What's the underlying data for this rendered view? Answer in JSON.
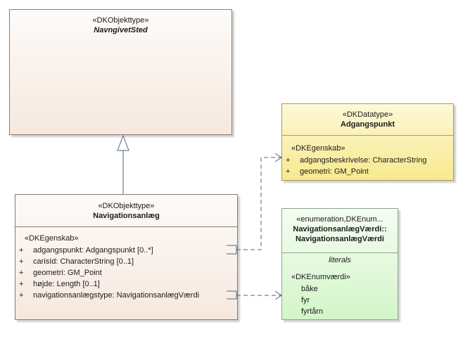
{
  "classes": {
    "navngivet_sted": {
      "stereotype": "«DKObjekttype»",
      "name": "NavngivetSted"
    },
    "navigationsanlaeg": {
      "stereotype": "«DKObjekttype»",
      "name": "Navigationsanlæg",
      "attr_stereotype": "«DKEgenskab»",
      "attributes": [
        {
          "vis": "+",
          "text": "adgangspunkt: Adgangspunkt [0..*]"
        },
        {
          "vis": "+",
          "text": "carisId: CharacterString [0..1]"
        },
        {
          "vis": "+",
          "text": "geometri: GM_Point"
        },
        {
          "vis": "+",
          "text": "højde: Length [0..1]"
        },
        {
          "vis": "+",
          "text": "navigationsanlægstype: NavigationsanlægVærdi"
        }
      ]
    },
    "adgangspunkt": {
      "stereotype": "«DKDatatype»",
      "name": "Adgangspunkt",
      "attr_stereotype": "«DKEgenskab»",
      "attributes": [
        {
          "vis": "+",
          "text": "adgangsbeskrivelse: CharacterString"
        },
        {
          "vis": "+",
          "text": "geometri: GM_Point"
        }
      ]
    },
    "enum": {
      "stereotype": "«enumeration,DKEnum...",
      "name_line1": "NavigationsanlægVærdi::",
      "name_line2": "NavigationsanlægVærdi",
      "literals_label": "literals",
      "literal_stereotype": "«DKEnumværdi»",
      "literals": [
        "båke",
        "fyr",
        "fyrtårn"
      ]
    }
  },
  "colors": {
    "objekttype_fill": "#f6e8de",
    "datatype_fill": "#f8e98e",
    "enum_fill": "#d3f5c8",
    "connector": "#4f6580"
  }
}
